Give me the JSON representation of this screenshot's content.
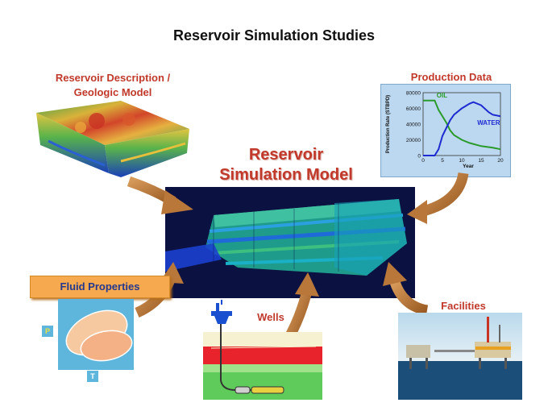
{
  "title": "Reservoir Simulation Studies",
  "labels": {
    "reservoir_description": [
      "Reservoir Description /",
      "Geologic Model"
    ],
    "production_data": "Production Data",
    "simulation_model": [
      "Reservoir",
      "Simulation Model"
    ],
    "fluid_properties": "Fluid Properties",
    "wells": "Wells",
    "facilities": "Facilities"
  },
  "pt_diagram": {
    "p_label": "P",
    "t_label": "T"
  },
  "chart_data": {
    "type": "line",
    "ylabel": "Production Rate (STBPD)",
    "xlabel": "Year",
    "xlim": [
      0,
      20
    ],
    "ylim": [
      0,
      80000
    ],
    "x_ticks": [
      0,
      5,
      10,
      15,
      20
    ],
    "y_ticks": [
      0,
      20000,
      40000,
      60000,
      80000
    ],
    "series": [
      {
        "name": "OIL",
        "color": "#2a9a2a",
        "x": [
          0,
          2,
          3,
          4,
          5,
          6,
          7,
          8,
          10,
          12,
          15,
          18,
          20
        ],
        "y": [
          70000,
          70000,
          70000,
          58000,
          50000,
          42000,
          32000,
          26000,
          20000,
          16000,
          12000,
          10000,
          8000
        ]
      },
      {
        "name": "WATER",
        "color": "#1e2bd0",
        "x": [
          0,
          3,
          4,
          5,
          6,
          7,
          8,
          10,
          12,
          13,
          15,
          17,
          18,
          20
        ],
        "y": [
          0,
          0,
          8000,
          25000,
          35000,
          45000,
          52000,
          60000,
          66000,
          68000,
          64000,
          55000,
          52000,
          50000
        ]
      }
    ]
  },
  "colors": {
    "title": "#111111",
    "label_red": "#c0392b",
    "arrow": "#b9773a",
    "fluid_box": "#f6a94f",
    "fluid_text": "#24388f",
    "sim_bg": "#0b1140",
    "chart_bg": "#bcd8f0",
    "pt_bg": "#5fb6dd"
  }
}
